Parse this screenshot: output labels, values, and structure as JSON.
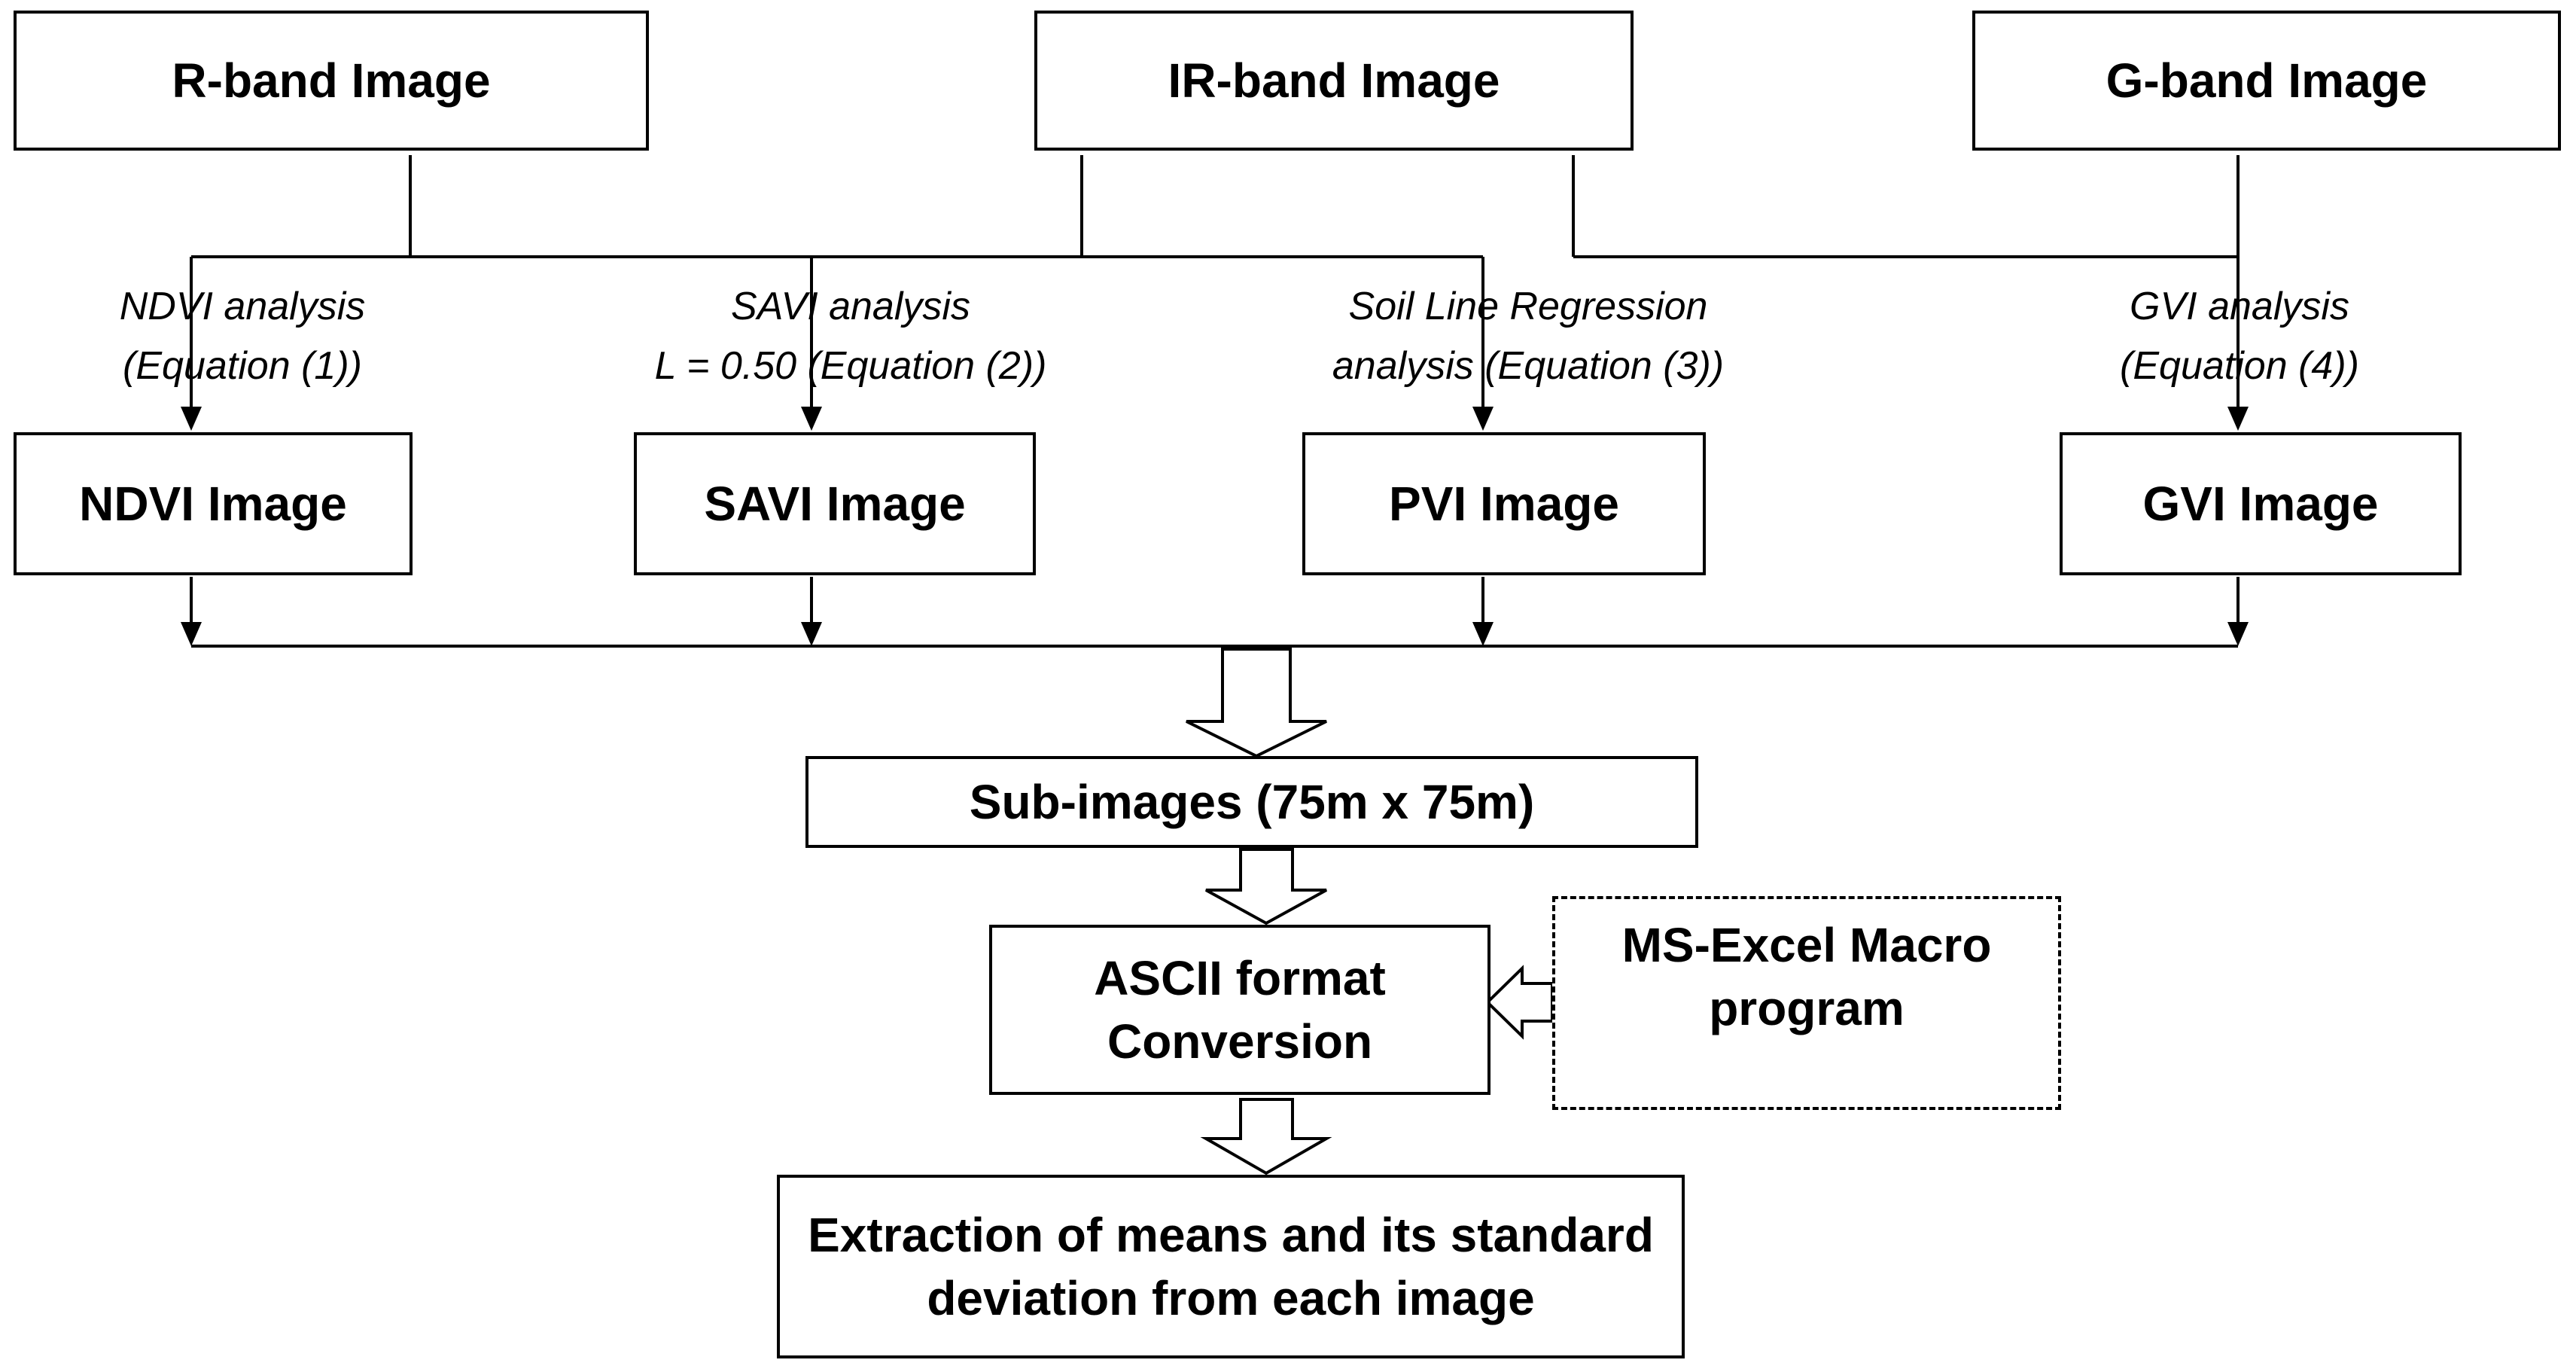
{
  "inputs": {
    "r_band": "R-band Image",
    "ir_band": "IR-band Image",
    "g_band": "G-band Image"
  },
  "analyses": {
    "ndvi": {
      "line1": "NDVI analysis",
      "line2": "(Equation (1))"
    },
    "savi": {
      "line1": "SAVI analysis",
      "line2": "L = 0.50 (Equation (2))"
    },
    "pvi": {
      "line1": "Soil Line Regression",
      "line2": "analysis  (Equation (3))"
    },
    "gvi": {
      "line1": "GVI analysis",
      "line2": "(Equation (4))"
    }
  },
  "outputs": {
    "ndvi": "NDVI Image",
    "savi": "SAVI Image",
    "pvi": "PVI Image",
    "gvi": "GVI Image"
  },
  "subimages": "Sub-images (75m x 75m)",
  "ascii": {
    "line1": "ASCII format",
    "line2": "Conversion"
  },
  "excel": {
    "line1": "MS-Excel Macro",
    "line2": "program"
  },
  "extraction": {
    "line1": "Extraction of means and its standard",
    "line2": "deviation from each image"
  },
  "colors": {
    "line": "#000000",
    "background": "#ffffff"
  }
}
